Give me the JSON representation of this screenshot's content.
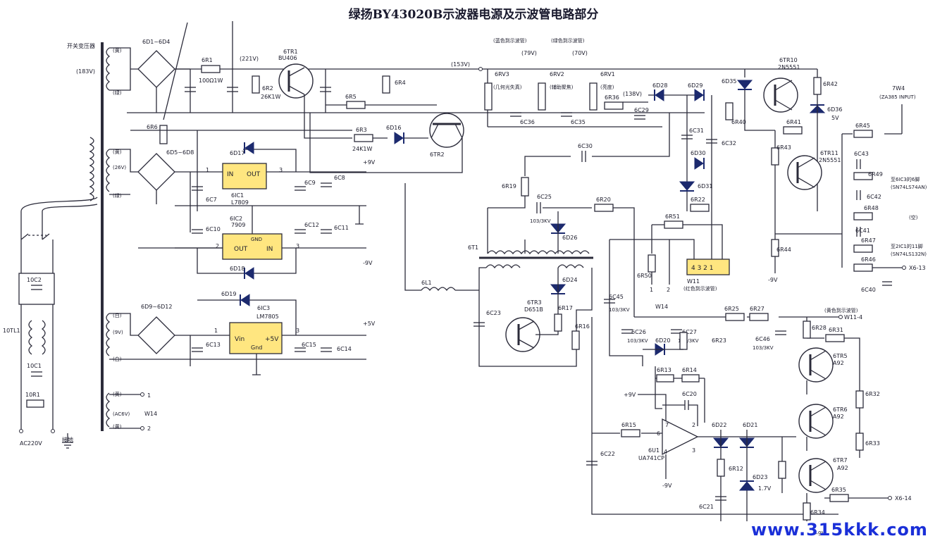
{
  "title": "绿扬BY43020B示波器电源及示波管电路部分",
  "watermark": "www.315kkk.com",
  "texts": {
    "transformer": "开关变压器",
    "v183": "(183V)",
    "v221": "(221V)",
    "v153": "(153V)",
    "v26": "(26V)",
    "v9": "(9V)",
    "ac6v": "(AC6V)",
    "v138": "(138V)",
    "v79": "(79V)",
    "v70": "(70V)",
    "ac220": "AC220V",
    "ground": "接地",
    "to_tube_blue": "(蓝色到示波管)",
    "to_tube_green": "(绿色到示波管)",
    "to_tube_yellow": "(黄色到示波管)",
    "to_tube_red": "(红色到示波管)",
    "geometry": "(几何光失真)",
    "focus": "(辅助聚焦)",
    "brightness": "(亮度)",
    "za385": "(ZA385 INPUT)",
    "tw4": "7W4",
    "ic3_pin": "至6IC3的6脚",
    "ic3_part": "(SN74LS74AN)",
    "ic1_pin": "至2IC1的11脚",
    "ic1_part": "(SN74LS132N)",
    "empty": "(空)",
    "x613": "X6-13",
    "x614": "X6-14",
    "w114": "W11-4",
    "w14a": "W14",
    "w14b": "W14",
    "w11": "W11",
    "m9v": "-9V",
    "m9v_b": "-9V",
    "m9v_c": "-9V",
    "m9v_d": "-9V",
    "p9v": "+9V",
    "p5v": "+5V",
    "v5": "5V",
    "v17": "1.7V",
    "kv103a": "103/3KV",
    "kv103b": "103/3KV",
    "kv103c": "103/3KV",
    "kv103d": "103/3KV",
    "kv103e": "103/3KV",
    "r100": "100Ω1W",
    "r24k": "24K1W",
    "r26k": "26K1W",
    "yellow": "(黄)",
    "green": "(绿)",
    "white": "(白)"
  },
  "components": {
    "6TR1": "6TR1",
    "BU406": "BU406",
    "6TR2": "6TR2",
    "6TR3": "6TR3",
    "D651B": "D651B",
    "6TR10": "6TR10",
    "2N5551a": "2N5551",
    "6TR11": "6TR11",
    "2N5551b": "2N5551",
    "6TR5": "6TR5",
    "A92a": "A92",
    "6TR6": "6TR6",
    "A92b": "A92",
    "6TR7": "6TR7",
    "A92c": "A92",
    "6IC1": "6IC1",
    "L7809": "L7809",
    "6IC2": "6IC2",
    "7909": "7909",
    "6IC3": "6IC3",
    "LM7805": "LM7805",
    "6U1": "6U1",
    "UA741CP": "UA741CP",
    "6R1": "6R1",
    "6R2": "6R2",
    "6R3": "6R3",
    "6R4": "6R4",
    "6R5": "6R5",
    "6R6": "6R6",
    "6R12": "6R12",
    "6R13": "6R13",
    "6R14": "6R14",
    "6R15": "6R15",
    "6R16": "6R16",
    "6R17": "6R17",
    "6R19": "6R19",
    "6R20": "6R20",
    "6R22": "6R22",
    "6R23": "6R23",
    "6R25": "6R25",
    "6R27": "6R27",
    "6R28": "6R28",
    "6R31": "6R31",
    "6R32": "6R32",
    "6R33": "6R33",
    "6R34": "6R34",
    "6R35": "6R35",
    "6R36": "6R36",
    "6R40": "6R40",
    "6R41": "6R41",
    "6R42": "6R42",
    "6R43": "6R43",
    "6R44": "6R44",
    "6R45": "6R45",
    "6R46": "6R46",
    "6R47": "6R47",
    "6R48": "6R48",
    "6R49": "6R49",
    "6R50": "6R50",
    "6R51": "6R51",
    "10R1": "10R1",
    "6C7": "6C7",
    "6C8": "6C8",
    "6C9": "6C9",
    "6C10": "6C10",
    "6C11": "6C11",
    "6C12": "6C12",
    "6C13": "6C13",
    "6C14": "6C14",
    "6C15": "6C15",
    "6C20": "6C20",
    "6C21": "6C21",
    "6C22": "6C22",
    "6C23": "6C23",
    "6C25": "6C25",
    "6C26": "6C26",
    "6C27": "6C27",
    "6C29": "6C29",
    "6C30": "6C30",
    "6C31": "6C31",
    "6C32": "6C32",
    "6C35": "6C35",
    "6C36": "6C36",
    "6C40": "6C40",
    "6C41": "6C41",
    "6C42": "6C42",
    "6C43": "6C43",
    "6C45": "6C45",
    "6C46": "6C46",
    "10C1": "10C1",
    "10C2": "10C2",
    "10TL1": "10TL1",
    "6D16": "6D16",
    "6D17": "6D17",
    "6D18": "6D18",
    "6D19": "6D19",
    "6D20": "6D20",
    "6D21": "6D21",
    "6D22": "6D22",
    "6D23": "6D23",
    "6D24": "6D24",
    "6D26": "6D26",
    "6D28": "6D28",
    "6D29": "6D29",
    "6D30": "6D30",
    "6D31": "6D31",
    "6D35": "6D35",
    "6D36": "6D36",
    "6D1-6D4": "6D1~6D4",
    "6D5-6D8": "6D5~6D8",
    "6D9-6D12": "6D9~6D12",
    "6RV1": "6RV1",
    "6RV2": "6RV2",
    "6RV3": "6RV3",
    "6L1": "6L1",
    "6T1": "6T1"
  },
  "ic_text": {
    "in": "IN",
    "out": "OUT",
    "gnd": "GND",
    "vin": "Vin",
    "p5v": "+5V",
    "gnd_b": "Gnd",
    "ic2_left": "OUT",
    "ic2_right": "IN",
    "pin1": "1",
    "pin2": "2",
    "pin3": "3",
    "pin1b": "1",
    "pin3b": "3",
    "pin2b": "2",
    "pin4": "4",
    "pin6": "6",
    "pin7": "7",
    "pin2c": "2",
    "pin3c": "3",
    "w11_pins": "4 3 2 1",
    "w14_1": "1",
    "w14_2": "2",
    "out1": "1",
    "out2": "2"
  }
}
